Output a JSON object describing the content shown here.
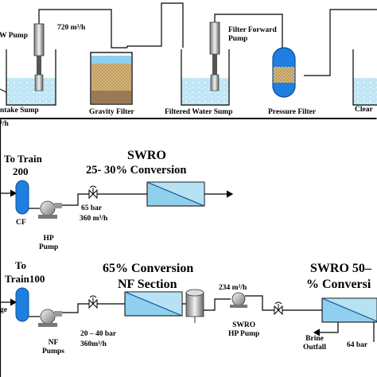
{
  "top": {
    "pump_label": "W Pump",
    "flow_label": "720 m³/h",
    "filter_pump_label": "Filter Forward\nPump",
    "intake_label": "ntake  Sump",
    "gravity_label": "Gravity Filter",
    "filtered_label": "Filtered Water Sump",
    "pressure_label": "Pressure Filter",
    "clear_label": "Clear"
  },
  "mid": {
    "flow_fragment": "³/h",
    "train200": {
      "line1": "To Train",
      "line2": "200"
    },
    "swro_title": "SWRO",
    "swro_conversion": "25- 30% Conversion",
    "cf_label": "CF",
    "hp_pump_label": "HP\nPump",
    "pressure_label": "65 bar",
    "flow_label": "360 m³/h"
  },
  "bottom": {
    "train100": {
      "line1": "To",
      "line2": "Train100"
    },
    "nf_title_line1": "65% Conversion",
    "nf_title_line2": "NF Section",
    "swro_title_line1": "SWRO 50–",
    "swro_title_line2": "% Conversi",
    "flow_label": "234 m³/h",
    "nf_pumps_label": "NF\nPumps",
    "pressure_label": "20 – 40 bar",
    "flow2_label": "360m³/h",
    "swro_pump_label": "SWRO\nHP Pump",
    "brine_label": "Brine\nOutfall",
    "bar_label": "64 bar",
    "left_fragment": "ge"
  },
  "colors": {
    "water": "#bfe6f5",
    "water_dark": "#7fcbe8",
    "vessel": "#1e7fe0",
    "membrane": "#8fd0ee",
    "sand": "#d9b878",
    "gravel": "#8a6a4a"
  }
}
